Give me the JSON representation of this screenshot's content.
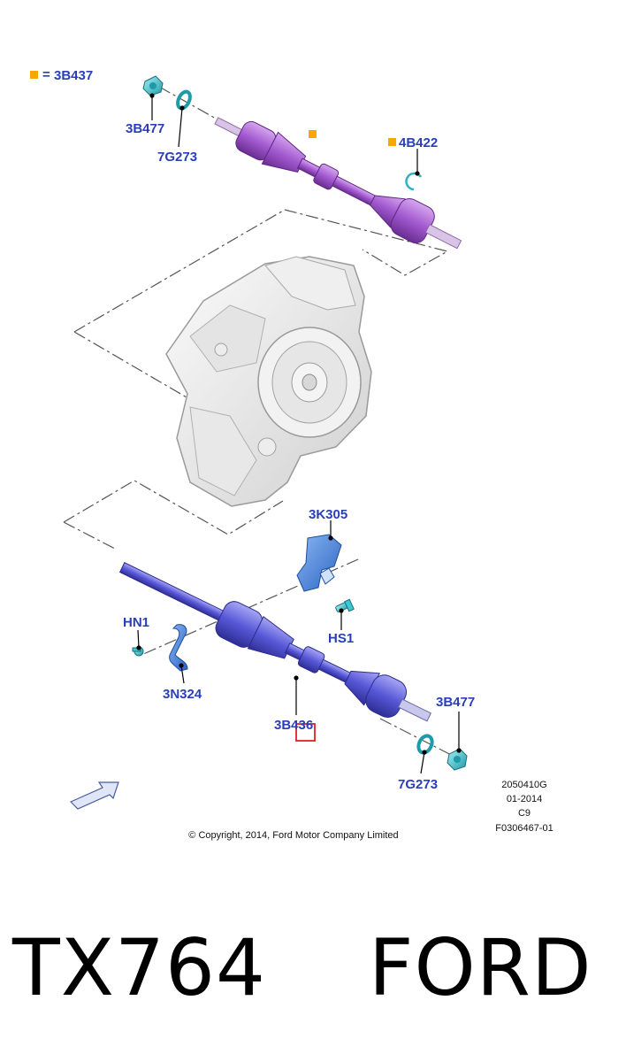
{
  "legend": {
    "equals": "=",
    "code": "3B437"
  },
  "labels": {
    "top_3b477": "3B477",
    "top_7g273": "7G273",
    "top_4b422": "4B422",
    "k3k305": "3K305",
    "hn1": "HN1",
    "hs1": "HS1",
    "n3n324": "3N324",
    "b3b436": "3B436",
    "bot_3b477": "3B477",
    "bot_7g273": "7G273"
  },
  "info": {
    "line1": "2050410G",
    "line2": "01-2014",
    "line3": "C9",
    "line4": "F0306467-01"
  },
  "copyright": "© Copyright, 2014, Ford Motor Company Limited",
  "bottom_title": "TX764    FORD",
  "colors": {
    "label_blue": "#2a3eb8",
    "marker_orange": "#f5a800",
    "shaft_top": "#a35ad0",
    "shaft_bottom": "#5858d8",
    "hardware_teal": "#3fc6d4",
    "bracket_blue": "#4a86e0",
    "highlight_red": "#e02020"
  },
  "icons": [
    "direction-arrow-icon",
    "square-marker-icon"
  ]
}
